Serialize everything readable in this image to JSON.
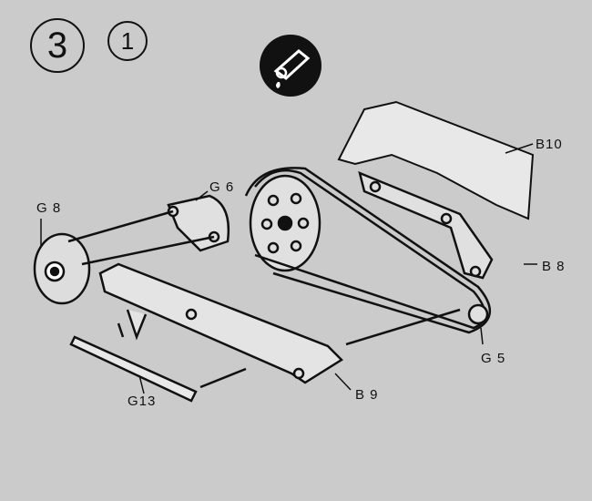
{
  "step": {
    "number": "3",
    "substep": "1"
  },
  "icon": "oil-can-lubricate-icon",
  "labels": {
    "g8": "G 8",
    "g6": "G 6",
    "b10": "B10",
    "b8": "B 8",
    "g5": "G 5",
    "b9": "B 9",
    "g13": "G13"
  },
  "colors": {
    "background": "#cbcbcb",
    "ink": "#111111"
  }
}
